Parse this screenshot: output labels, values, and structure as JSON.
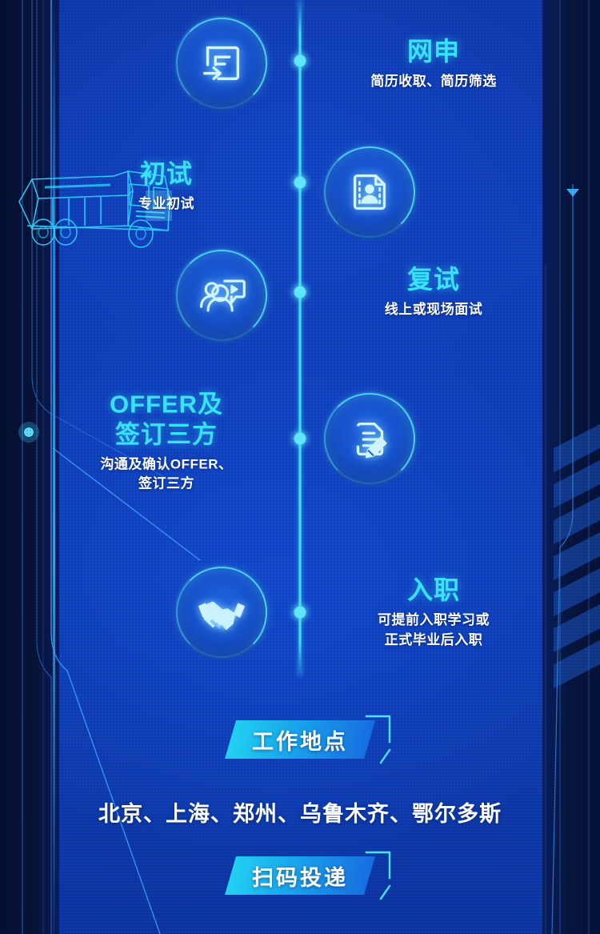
{
  "page": {
    "theme": {
      "bg_deep": "#0a1a4a",
      "bg_blue": "#1141bd",
      "accent_cyan": "#39e2fb",
      "node_cyan": "#5ee6fb",
      "text_white": "#ffffff",
      "panel_dark": "#061034"
    }
  },
  "illustration": {
    "truck_name": "mining-dump-truck-wireframe"
  },
  "timeline": {
    "steps": [
      {
        "id": "online-application",
        "title": "网申",
        "desc": "简历收取、简历筛选",
        "icon": "document-submit-icon",
        "icon_side": "left",
        "text_side": "right"
      },
      {
        "id": "first-interview",
        "title": "初试",
        "desc": "专业初试",
        "icon": "resume-portrait-icon",
        "icon_side": "right",
        "text_side": "left"
      },
      {
        "id": "second-interview",
        "title": "复试",
        "desc": "线上或现场面试",
        "icon": "people-chat-icon",
        "icon_side": "left",
        "text_side": "right"
      },
      {
        "id": "offer-and-agreement",
        "title": "OFFER及\n签订三方",
        "desc": "沟通及确认OFFER、\n签订三方",
        "icon": "document-pencil-icon",
        "icon_side": "right",
        "text_side": "left"
      },
      {
        "id": "onboarding",
        "title": "入职",
        "desc": "可提前入职学习或\n正式毕业后入职",
        "icon": "handshake-icon",
        "icon_side": "left",
        "text_side": "right"
      }
    ]
  },
  "footer": {
    "work_location_badge": "工作地点",
    "locations": "北京、上海、郑州、乌鲁木齐、鄂尔多斯",
    "apply_badge": "扫码投递"
  }
}
